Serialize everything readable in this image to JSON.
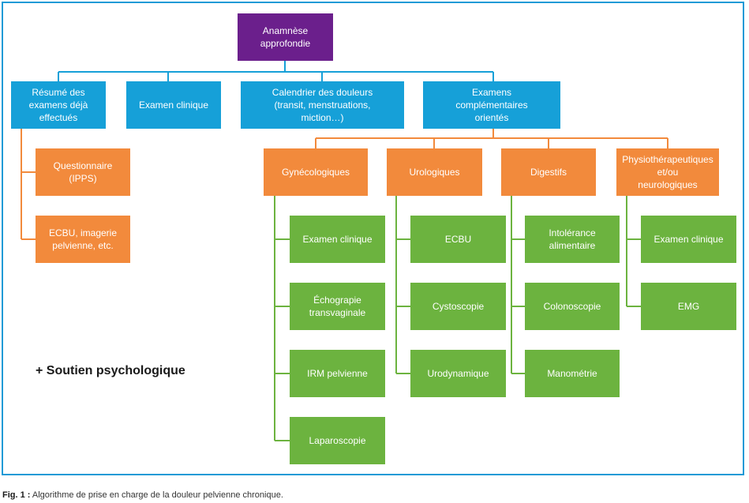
{
  "colors": {
    "border": "#1e9ad6",
    "root": "#6b1f8c",
    "level1": "#16a0d8",
    "level2": "#f28a3c",
    "leaf": "#6cb33f",
    "orange_line": "#f28a3c",
    "blue_line": "#16a0d8",
    "green_line": "#6cb33f"
  },
  "root": {
    "label": "Anamnèse\napprofondie"
  },
  "level1": [
    {
      "label": "Résumé des\nexamens déjà\neffectués"
    },
    {
      "label": "Examen clinique"
    },
    {
      "label": "Calendrier des douleurs\n(transit, menstruations,\nmiction…)"
    },
    {
      "label": "Examens\ncomplémentaires\norientés"
    }
  ],
  "resume_children": [
    {
      "label": "Questionnaire\n(IPPS)"
    },
    {
      "label": "ECBU, imagerie\npelvienne, etc."
    }
  ],
  "categories": [
    {
      "label": "Gynécologiques",
      "items": [
        "Examen clinique",
        "Échograpie\ntransvaginale",
        "IRM pelvienne",
        "Laparoscopie"
      ]
    },
    {
      "label": "Urologiques",
      "items": [
        "ECBU",
        "Cystoscopie",
        "Urodynamique"
      ]
    },
    {
      "label": "Digestifs",
      "items": [
        "Intolérance\nalimentaire",
        "Colonoscopie",
        "Manométrie"
      ]
    },
    {
      "label": "Physiothérapeutiques\net/ou\nneurologiques",
      "items": [
        "Examen clinique",
        "EMG"
      ]
    }
  ],
  "soutien": "+ Soutien psychologique",
  "caption": {
    "prefix": "Fig. 1 :",
    "text": " Algorithme de prise en charge de la douleur pelvienne chronique."
  }
}
